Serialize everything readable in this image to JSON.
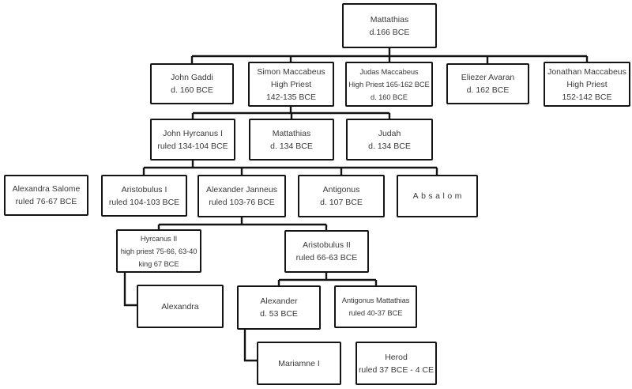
{
  "diagram": {
    "type": "family-tree",
    "colors": {
      "border": "#141414",
      "text": "#3a3a3a",
      "background": "#ffffff"
    },
    "nodes": {
      "mattathias_sr": {
        "lines": [
          "Mattathias",
          "d.166 BCE"
        ]
      },
      "john_gaddi": {
        "lines": [
          "John Gaddi",
          "d. 160 BCE"
        ]
      },
      "simon_maccabeus": {
        "lines": [
          "Simon Maccabeus",
          "High Priest",
          "142-135 BCE"
        ]
      },
      "judas_maccabeus": {
        "lines": [
          "Judas Maccabeus",
          "High Priest 165-162 BCE",
          "d. 160 BCE"
        ]
      },
      "eliezer_avaran": {
        "lines": [
          "Eliezer Avaran",
          "d. 162 BCE"
        ]
      },
      "jonathan_maccabeus": {
        "lines": [
          "Jonathan Maccabeus",
          "High Priest",
          "152-142 BCE"
        ]
      },
      "john_hyrcanus_i": {
        "lines": [
          "John Hyrcanus I",
          "ruled 134-104 BCE"
        ]
      },
      "mattathias_jr": {
        "lines": [
          "Mattathias",
          "d. 134 BCE"
        ]
      },
      "judah": {
        "lines": [
          "Judah",
          "d. 134 BCE"
        ]
      },
      "alexandra_salome": {
        "lines": [
          "Alexandra Salome",
          "ruled 76-67 BCE"
        ]
      },
      "aristobulus_i": {
        "lines": [
          "Aristobulus I",
          "ruled 104-103 BCE"
        ]
      },
      "alexander_janneus": {
        "lines": [
          "Alexander Janneus",
          "ruled 103-76 BCE"
        ]
      },
      "antigonus": {
        "lines": [
          "Antigonus",
          "d. 107 BCE"
        ]
      },
      "absalom": {
        "lines": [
          "Absalom"
        ]
      },
      "hyrcanus_ii": {
        "lines": [
          "Hyrcanus II",
          "high priest 75-66, 63-40",
          "king 67 BCE"
        ]
      },
      "aristobulus_ii": {
        "lines": [
          "Aristobulus II",
          "ruled 66-63 BCE"
        ]
      },
      "alexandra": {
        "lines": [
          "Alexandra"
        ]
      },
      "alexander": {
        "lines": [
          "Alexander",
          "d. 53 BCE"
        ]
      },
      "antigonus_mattathias": {
        "lines": [
          "Antigonus Mattathias",
          "ruled 40-37 BCE"
        ]
      },
      "mariamne_i": {
        "lines": [
          "Mariamne I"
        ]
      },
      "herod": {
        "lines": [
          "Herod",
          "ruled 37 BCE - 4 CE"
        ]
      }
    }
  }
}
